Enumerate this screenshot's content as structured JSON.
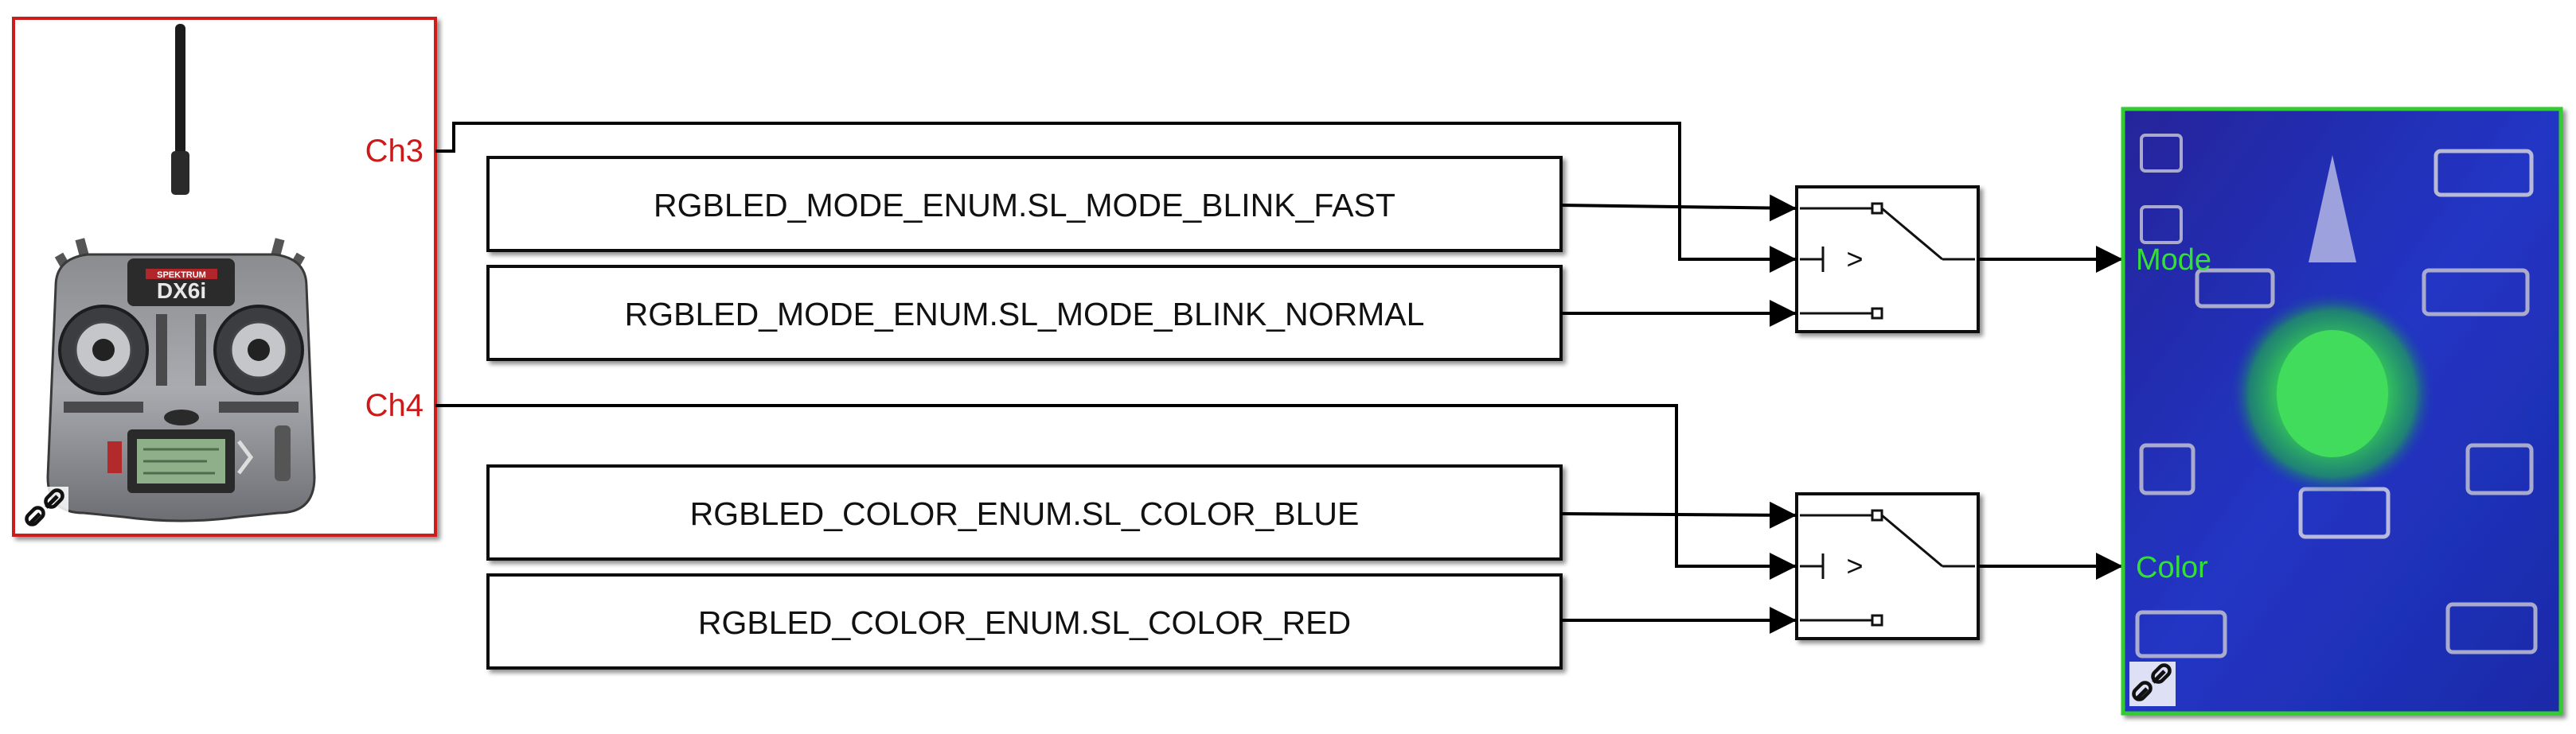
{
  "source_block": {
    "image_label": "DX6i",
    "brand_label": "SPEKTRUM",
    "ports": [
      "Ch3",
      "Ch4"
    ]
  },
  "constants": [
    {
      "text": "RGBLED_MODE_ENUM.SL_MODE_BLINK_FAST"
    },
    {
      "text": "RGBLED_MODE_ENUM.SL_MODE_BLINK_NORMAL"
    },
    {
      "text": "RGBLED_COLOR_ENUM.SL_COLOR_BLUE"
    },
    {
      "text": "RGBLED_COLOR_ENUM.SL_COLOR_RED"
    }
  ],
  "switches": [
    {
      "criteria_symbol": ">"
    },
    {
      "criteria_symbol": ">"
    }
  ],
  "sink_block": {
    "ports": [
      "Mode",
      "Color"
    ]
  },
  "colors": {
    "source_border": "#cc1a1a",
    "sink_border": "#33cc33",
    "port_label_red": "#cc1a1a",
    "port_label_green": "#33e033",
    "line": "#000000",
    "board_bg": "#1f2fb8",
    "led": "#40ff50"
  },
  "icons": [
    "link-icon",
    "link-icon"
  ]
}
